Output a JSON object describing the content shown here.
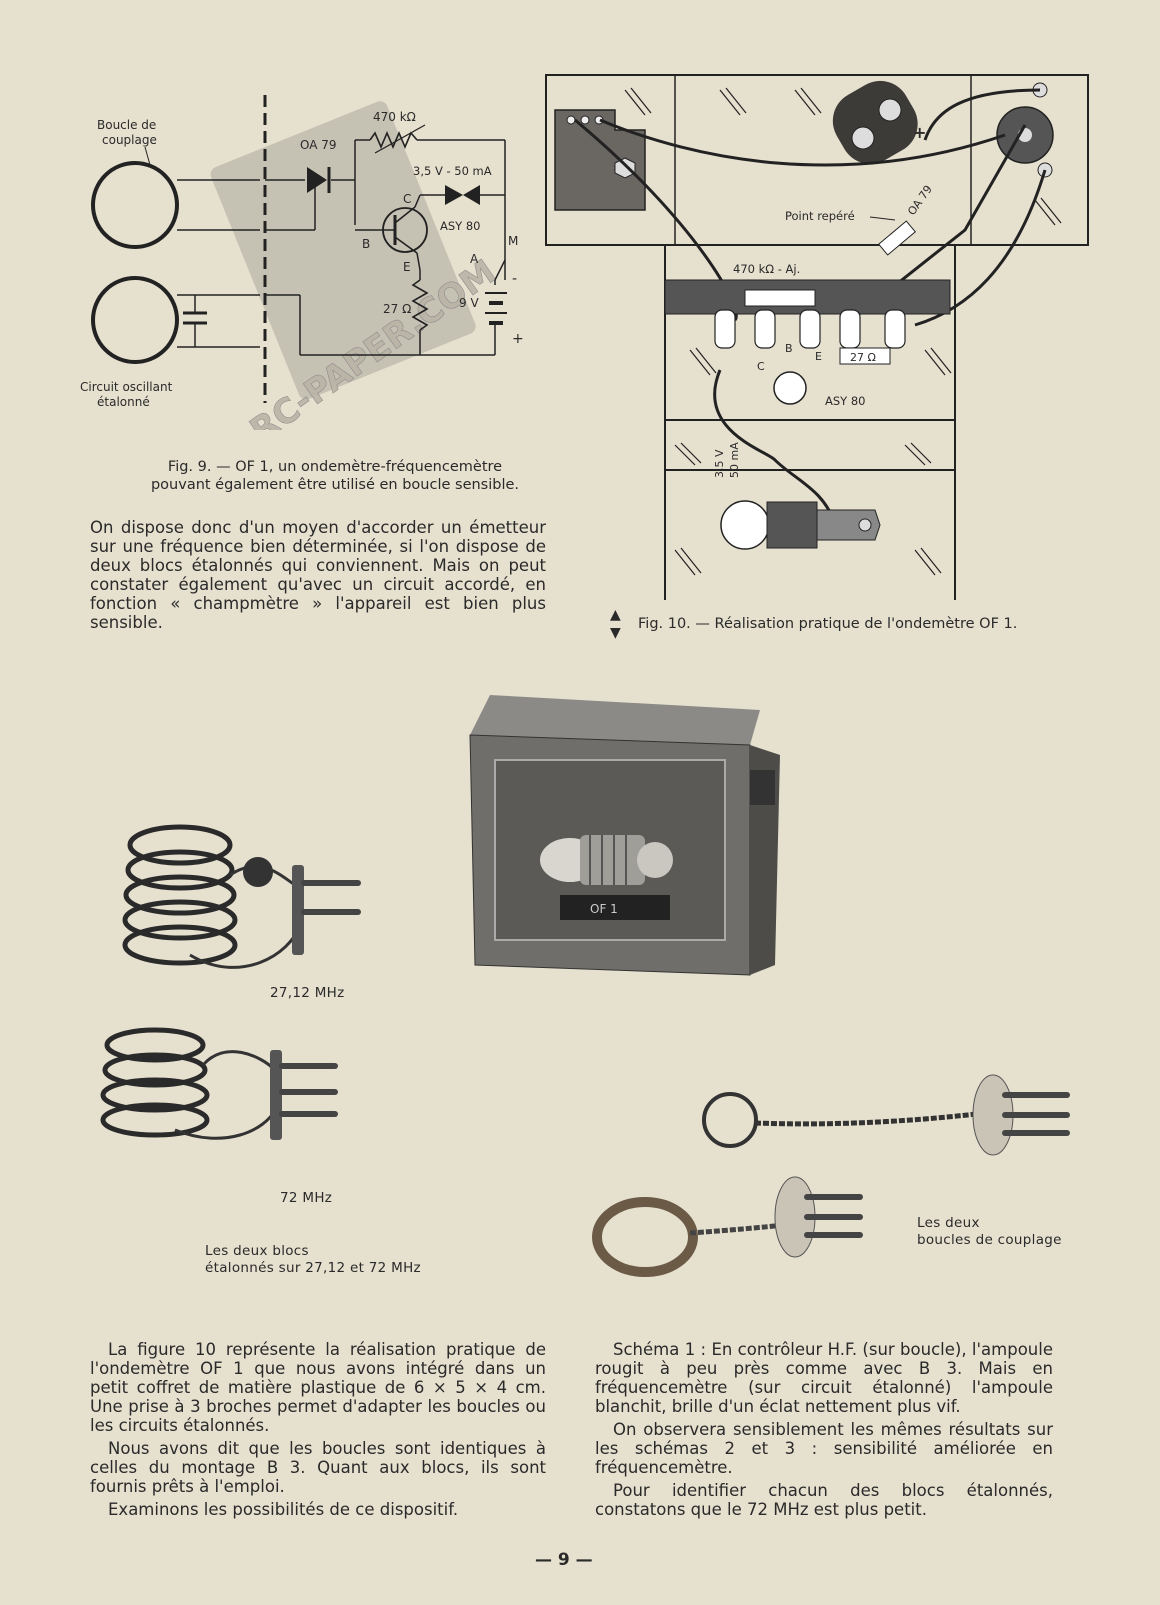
{
  "fig9": {
    "labels": {
      "boucle_couplage_1": "Boucle de",
      "boucle_couplage_2": "couplage",
      "circuit_1": "Circuit oscillant",
      "circuit_2": "étalonné",
      "diode": "OA 79",
      "resistor_top": "470 kΩ",
      "lamp": "3,5 V - 50 mA",
      "transistor": "ASY 80",
      "pin_c": "C",
      "pin_b": "B",
      "pin_e": "E",
      "switch_m": "M",
      "switch_a": "A",
      "resistor_bottom": "27 Ω",
      "battery": "9 V",
      "minus": "-",
      "plus": "+"
    },
    "caption_line1": "Fig. 9. — OF 1, un ondemètre-fréquencemètre",
    "caption_line2": "pouvant également être utilisé en boucle sensible.",
    "watermark": "RC-PAPER.COM"
  },
  "fig10": {
    "labels": {
      "point_repere": "Point repéré",
      "diode": "OA 79",
      "resistor_aj": "470 kΩ - Aj.",
      "resistor": "27 Ω",
      "transistor": "ASY 80",
      "pin_c": "C",
      "pin_b": "B",
      "pin_e": "E",
      "lamp_v": "3,5 V",
      "lamp_ma": "50 mA",
      "plus": "+"
    },
    "caption": "Fig. 10. — Réalisation pratique de l'ondemètre OF 1."
  },
  "intro_paragraph": "On dispose donc d'un moyen d'accorder un émetteur sur une fréquence bien déterminée, si l'on dispose de deux blocs étalonnés qui conviennent. Mais on peut constater également qu'avec un circuit accordé, en fonction « champmètre » l'appareil est bien plus sensible.",
  "photos": {
    "box_label": "OF 1",
    "coil_27_label": "27,12 MHz",
    "coil_72_label": "72 MHz",
    "blocs_caption_1": "Les deux blocs",
    "blocs_caption_2": "étalonnés sur 27,12 et 72 MHz",
    "loops_caption_1": "Les deux",
    "loops_caption_2": "boucles de couplage"
  },
  "left_column": [
    "La figure 10 représente la réalisation pratique de l'ondemètre OF 1 que nous avons intégré dans un petit coffret de matière plastique de 6 × 5 × 4 cm. Une prise à 3 broches permet d'adapter les boucles ou les circuits étalonnés.",
    "Nous avons dit que les boucles sont identiques à celles du montage B 3. Quant aux blocs, ils sont fournis prêts à l'emploi.",
    "Examinons les possibilités de ce dispositif."
  ],
  "right_column": [
    "Schéma 1 : En contrôleur H.F. (sur boucle), l'ampoule rougit à peu près comme avec B 3. Mais en fréquencemètre (sur circuit étalonné) l'ampoule blanchit, brille d'un éclat nettement plus vif.",
    "On observera sensiblement les mêmes résultats sur les schémas 2 et 3 : sensibilité améliorée en fréquencemètre.",
    "Pour identifier chacun des blocs étalonnés, constatons que le 72 MHz est plus petit."
  ],
  "page_number": "— 9 —"
}
